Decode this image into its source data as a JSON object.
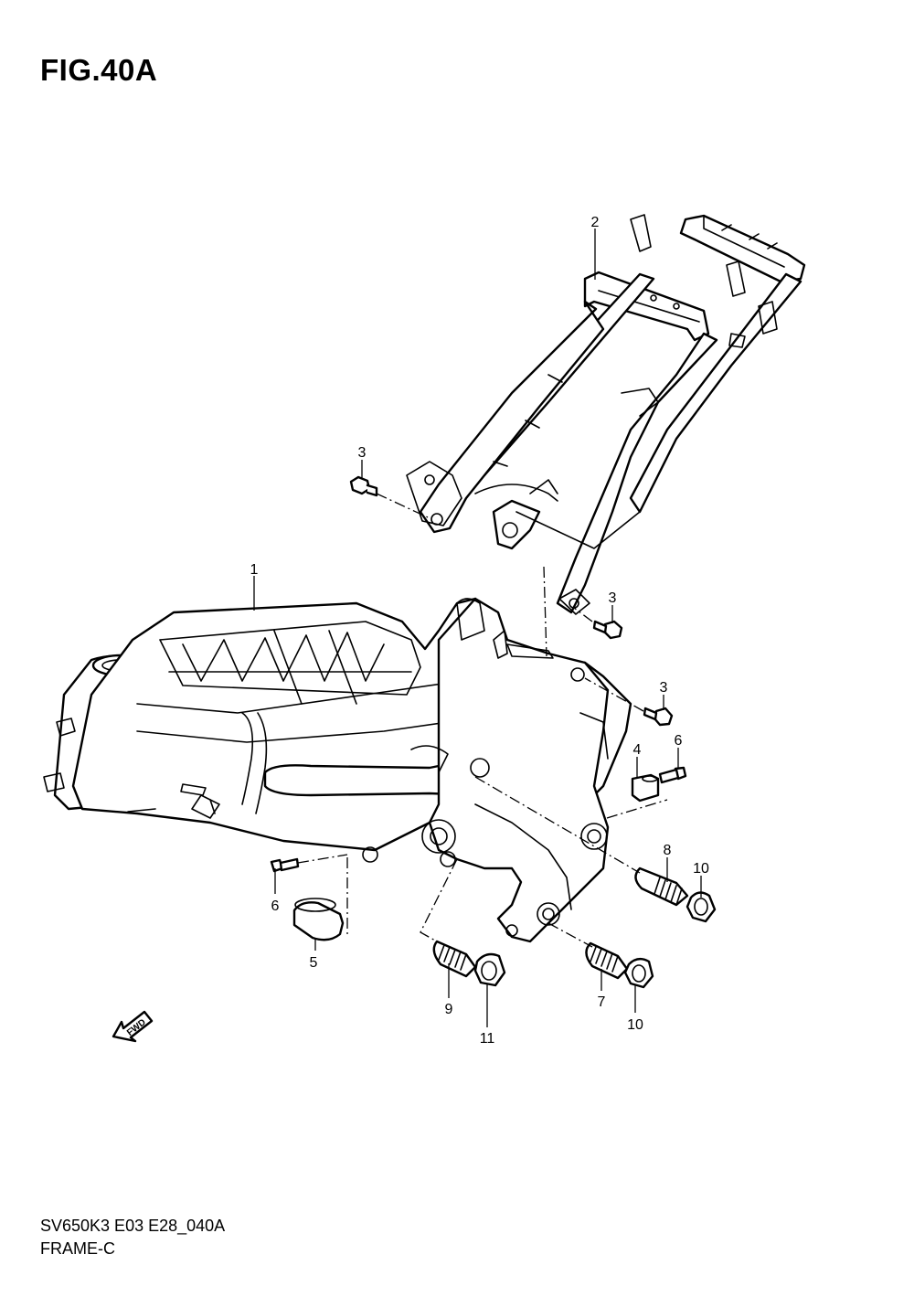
{
  "figure": {
    "title": "FIG.40A"
  },
  "footer": {
    "model_code": "SV650K3 E03 E28_040A",
    "group_name": "FRAME-C"
  },
  "callouts": [
    {
      "id": "c1",
      "label": "1"
    },
    {
      "id": "c2",
      "label": "2"
    },
    {
      "id": "c3a",
      "label": "3"
    },
    {
      "id": "c3b",
      "label": "3"
    },
    {
      "id": "c3c",
      "label": "3"
    },
    {
      "id": "c4",
      "label": "4"
    },
    {
      "id": "c5",
      "label": "5"
    },
    {
      "id": "c6a",
      "label": "6"
    },
    {
      "id": "c6b",
      "label": "6"
    },
    {
      "id": "c7",
      "label": "7"
    },
    {
      "id": "c8",
      "label": "8"
    },
    {
      "id": "c9",
      "label": "9"
    },
    {
      "id": "c10a",
      "label": "10"
    },
    {
      "id": "c10b",
      "label": "10"
    },
    {
      "id": "c11",
      "label": "11"
    }
  ],
  "direction_marker": {
    "label": "FWD"
  }
}
